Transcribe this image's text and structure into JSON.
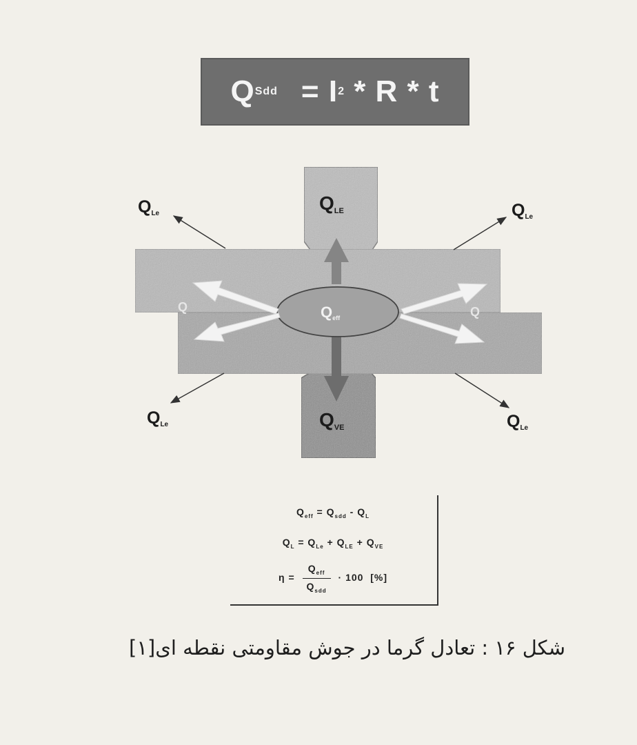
{
  "formula_banner": {
    "q_symbol": "Q",
    "q_subscript": "Sdd",
    "rhs_prefix": "= I",
    "exponent": "2",
    "rhs_suffix": " * R * t"
  },
  "diagram": {
    "center_label": "Q",
    "center_sub": "eff",
    "top_block_label": "Q",
    "top_block_sub": "LE",
    "bottom_block_label": "Q",
    "bottom_block_sub": "VE",
    "left_inner_label": "Q",
    "right_inner_label": "Q",
    "loss_labels": [
      {
        "symbol": "Q",
        "sub": "Le"
      },
      {
        "symbol": "Q",
        "sub": "Le"
      },
      {
        "symbol": "Q",
        "sub": "Le"
      },
      {
        "symbol": "Q",
        "sub": "Le"
      }
    ]
  },
  "equations": {
    "line1_a": "Q",
    "line1_a_sub": "eff",
    "line1_op1": " = Q",
    "line1_b_sub": "sdd",
    "line1_op2": " - Q",
    "line1_c_sub": "L",
    "line2_a": "Q",
    "line2_a_sub": "L",
    "line2_op1": " = Q",
    "line2_b_sub": "Le",
    "line2_op2": " + Q",
    "line2_c_sub": "LE",
    "line2_op3": " + Q",
    "line2_d_sub": "VE",
    "line3_eta": "η =",
    "line3_num": "Q",
    "line3_num_sub": "eff",
    "line3_den": "Q",
    "line3_den_sub": "sdd",
    "line3_tail": "· 100  [%]"
  },
  "caption": "شکل ۱۶ : تعادل گرما در جوش مقاومتی نقطه ای[۱]"
}
